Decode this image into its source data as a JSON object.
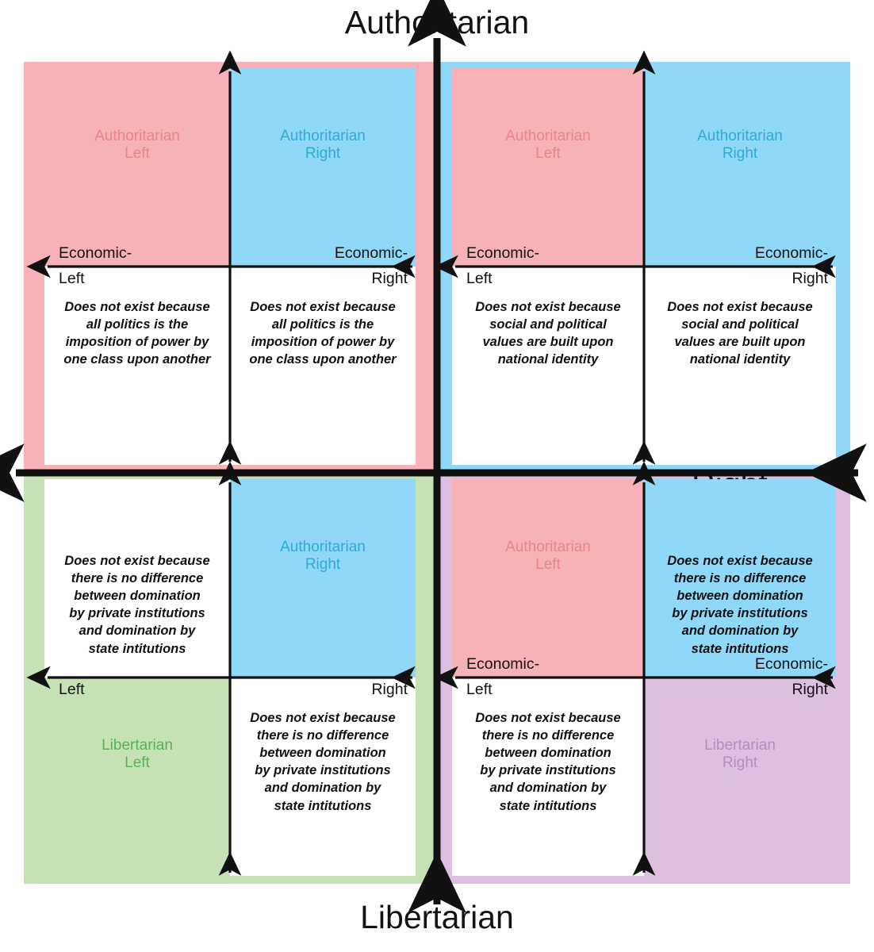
{
  "diagram": {
    "title_top": "Authoritarian",
    "title_bottom": "Libertarian",
    "title_right": "Right",
    "axis_vertical_name": "Authoritarian / Libertarian",
    "axis_horizontal_name": "Economic-Left / Economic-Right",
    "colors": {
      "pink": "#F7B2B7",
      "blue": "#8FD8F7",
      "green": "#C6E2B5",
      "purple": "#DDC0E0",
      "white": "#FFFFFF",
      "label_pink": "#E8868C",
      "label_blue": "#34A9D4",
      "label_green": "#55B453",
      "label_purple": "#B78CBE",
      "axis_black": "#111111"
    }
  },
  "outer": {
    "quadrants": [
      {
        "key": "top-left",
        "label": "Authoritarian\nLeft",
        "color": "#F7B2B7"
      },
      {
        "key": "top-right",
        "label": "Authoritarian\nRight",
        "color": "#8FD8F7"
      },
      {
        "key": "bottom-left",
        "label": "Libertarian\nLeft",
        "color": "#C6E2B5"
      },
      {
        "key": "bottom-right",
        "label": "Libertarian\nRight",
        "color": "#DDC0E0"
      }
    ]
  },
  "notes": {
    "class_power": "Does not exist because\nall politics is the\nimposition of power by\none class upon another",
    "national_identity": "Does not exist because\nsocial and political\nvalues are built upon\nnational identity",
    "no_difference": "Does not exist because\nthere is no difference\nbetween domination\nby private institutions\nand domination by\nstate intitutions"
  },
  "boards": {
    "tl": {
      "caption_left_top": "Economic-",
      "caption_left_bottom": "Left",
      "caption_right_top": "Economic-",
      "caption_right_bottom": "Right",
      "q_tl": {
        "label": "Authoritarian\nLeft",
        "note": ""
      },
      "q_tr": {
        "label": "Authoritarian\nRight",
        "note": ""
      },
      "q_bl": {
        "label": "",
        "note": "Does not exist because\nall politics is the\nimposition of power by\none class upon another"
      },
      "q_br": {
        "label": "",
        "note": "Does not exist because\nall politics is the\nimposition of power by\none class upon another"
      }
    },
    "tr": {
      "caption_left_top": "Economic-",
      "caption_left_bottom": "Left",
      "caption_right_top": "Economic-",
      "caption_right_bottom": "Right",
      "q_tl": {
        "label": "Authoritarian\nLeft",
        "note": ""
      },
      "q_tr": {
        "label": "Authoritarian\nRight",
        "note": ""
      },
      "q_bl": {
        "label": "",
        "note": "Does not exist because\nsocial and political\nvalues are built upon\nnational identity"
      },
      "q_br": {
        "label": "",
        "note": "Does not exist because\nsocial and political\nvalues are built upon\nnational identity"
      }
    },
    "bl": {
      "caption_left_top": "",
      "caption_left_bottom": "Left",
      "caption_right_top": "",
      "caption_right_bottom": "Right",
      "q_tl": {
        "label": "",
        "note": "Does not exist because\nthere is no difference\nbetween domination\nby private institutions\nand domination by\nstate intitutions"
      },
      "q_tr": {
        "label": "Authoritarian\nRight",
        "note": ""
      },
      "q_bl": {
        "label": "Libertarian\nLeft",
        "note": ""
      },
      "q_br": {
        "label": "",
        "note": "Does not exist because\nthere is no difference\nbetween domination\nby private institutions\nand domination by\nstate intitutions"
      }
    },
    "br": {
      "caption_left_top": "Economic-",
      "caption_left_bottom": "Left",
      "caption_right_top": "Economic-",
      "caption_right_bottom": "Right",
      "q_tl": {
        "label": "Authoritarian\nLeft",
        "note": ""
      },
      "q_tr": {
        "label": "",
        "note": "Does not exist because\nthere is no difference\nbetween domination\nby private institutions\nand domination by\nstate intitutions"
      },
      "q_bl": {
        "label": "",
        "note": "Does not exist because\nthere is no difference\nbetween domination\nby private institutions\nand domination by\nstate intitutions"
      },
      "q_br": {
        "label": "Libertarian\nRight",
        "note": ""
      }
    }
  }
}
